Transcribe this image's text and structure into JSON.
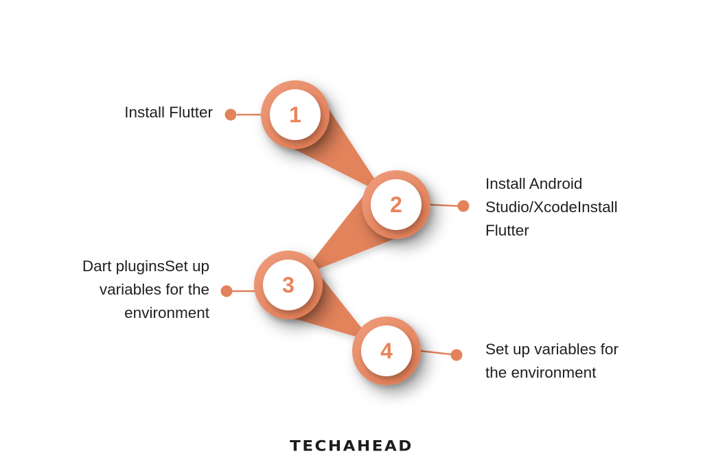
{
  "diagram": {
    "type": "process-steps",
    "steps": [
      {
        "number": "1",
        "label": "Install Flutter",
        "side": "left"
      },
      {
        "number": "2",
        "label": "Install Android\nStudio/XcodeInstall\nFlutter",
        "side": "right"
      },
      {
        "number": "3",
        "label": "Dart pluginsSet up\nvariables for the\nenvironment",
        "side": "left"
      },
      {
        "number": "4",
        "label": "Set up variables for\nthe environment",
        "side": "right"
      }
    ],
    "colors": {
      "accent": "#E2835C",
      "ring_gradient_light": "#EF9D7E",
      "ring_gradient_dark": "#DF7950",
      "number": "#E8845C",
      "text": "#1F1F1F",
      "logo": "#1C1C1C",
      "background": "#FFFFFF"
    }
  },
  "footer": {
    "brand": "TECHAHEAD"
  }
}
